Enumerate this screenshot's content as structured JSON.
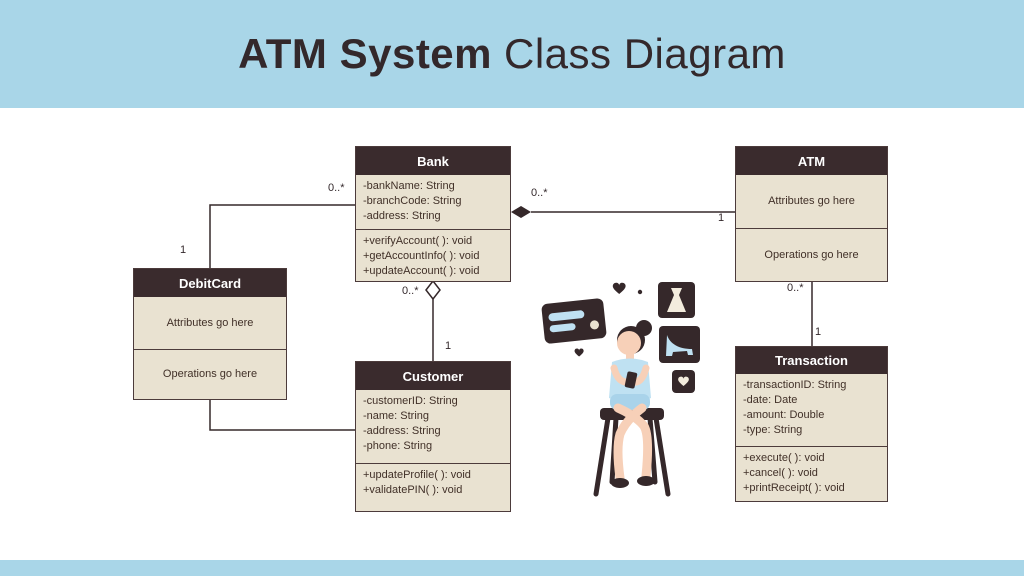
{
  "title": {
    "emphasis": "ATM System",
    "rest": "Class Diagram"
  },
  "colors": {
    "band": "#a9d6e8",
    "header": "#3a2b2d",
    "panel": "#e9e2d1",
    "accent_blue": "#bfe1f2",
    "ink": "#33282b"
  },
  "classes": {
    "bank": {
      "name": "Bank",
      "attributes": [
        "-bankName: String",
        "-branchCode: String",
        "-address: String"
      ],
      "operations": [
        "+verifyAccount( ): void",
        "+getAccountInfo( ): void",
        "+updateAccount( ): void"
      ]
    },
    "atm": {
      "name": "ATM",
      "attributes_placeholder": "Attributes go here",
      "operations_placeholder": "Operations go here"
    },
    "debitcard": {
      "name": "DebitCard",
      "attributes_placeholder": "Attributes go here",
      "operations_placeholder": "Operations go here"
    },
    "customer": {
      "name": "Customer",
      "attributes": [
        "-customerID: String",
        "-name: String",
        "-address: String",
        "-phone: String"
      ],
      "operations": [
        "+updateProfile( ): void",
        "+validatePIN( ): void"
      ]
    },
    "transaction": {
      "name": "Transaction",
      "attributes": [
        "-transactionID: String",
        "-date: Date",
        "-amount: Double",
        "-type: String"
      ],
      "operations": [
        "+execute( ): void",
        "+cancel( ): void",
        "+printReceipt( ): void"
      ]
    }
  },
  "multiplicities": {
    "debitcard_bank": {
      "debitcard_end": "1",
      "bank_end": "0..*"
    },
    "bank_atm": {
      "bank_end": "0..*",
      "atm_end": "1"
    },
    "bank_customer": {
      "bank_end": "0..*",
      "customer_end": "1"
    },
    "atm_transaction": {
      "atm_end": "0..*",
      "transaction_end": "1"
    }
  },
  "icons": [
    "credit-card-icon",
    "heart-icon",
    "dress-icon",
    "high-heel-icon"
  ]
}
